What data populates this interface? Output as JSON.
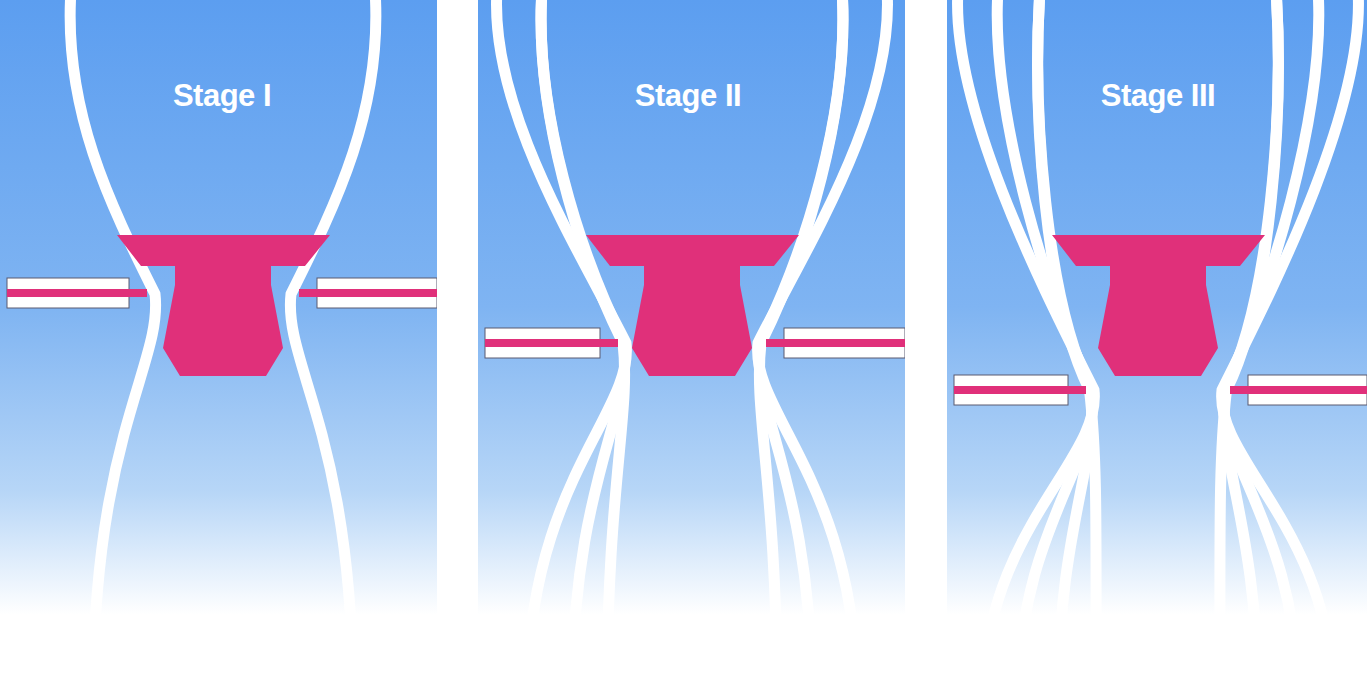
{
  "diagram": {
    "labels": [
      "Stage I",
      "Stage II",
      "Stage III"
    ]
  }
}
